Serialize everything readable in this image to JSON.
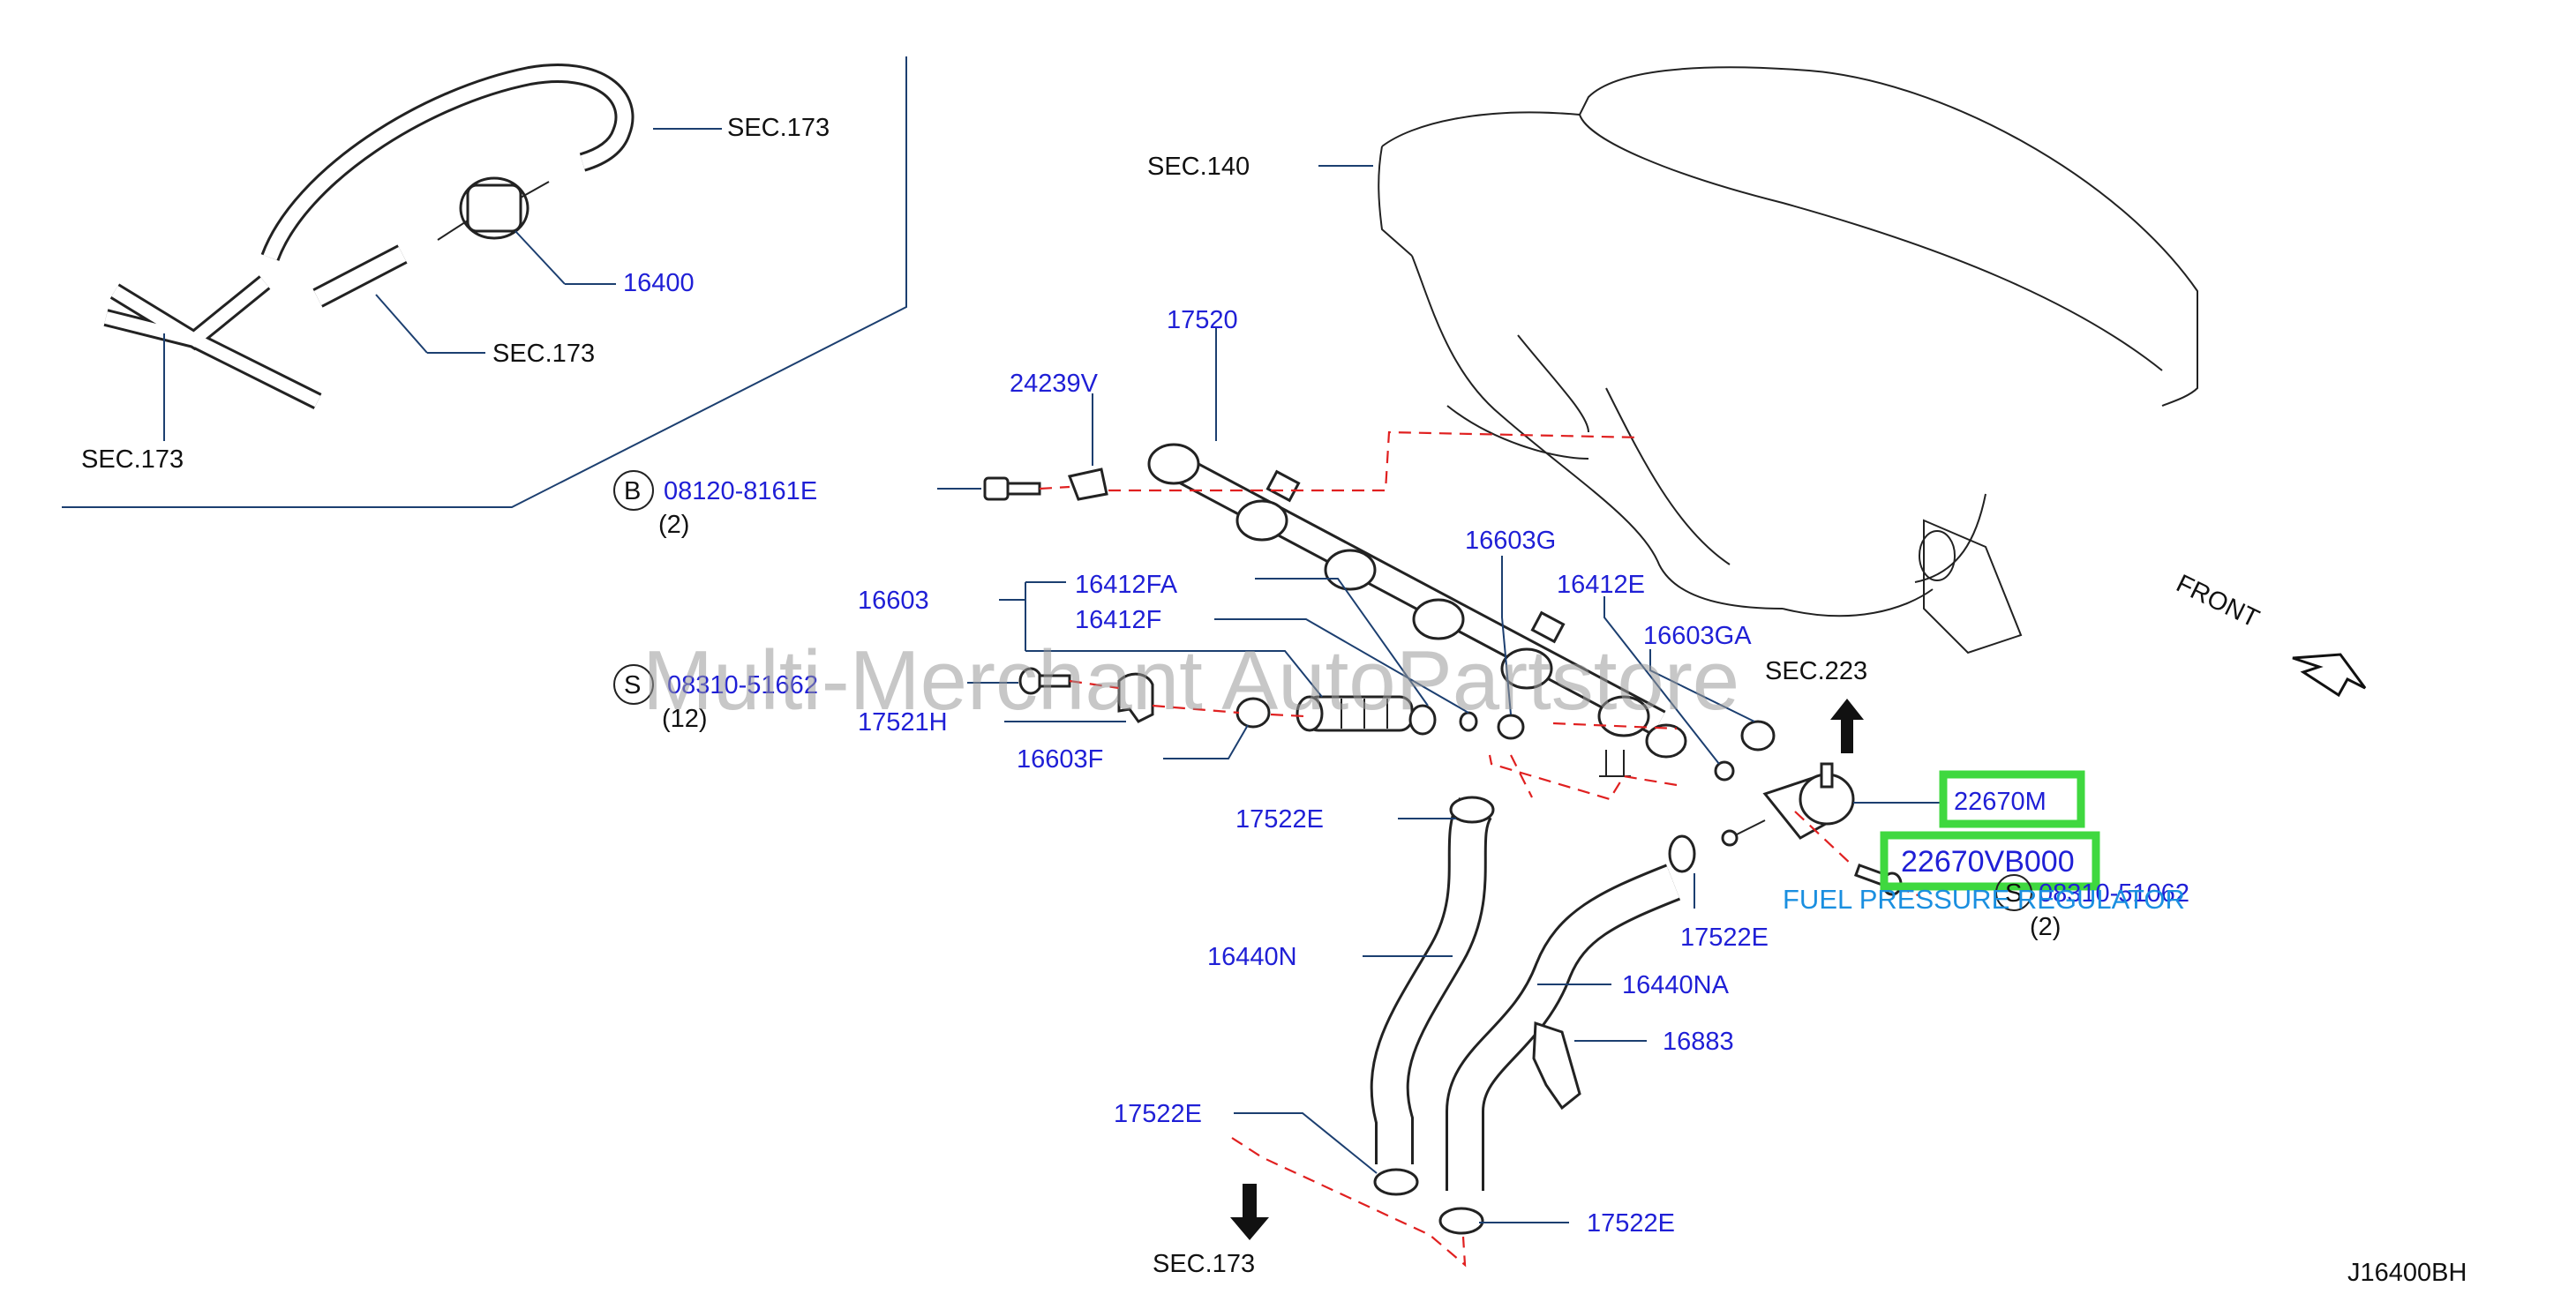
{
  "diagram_code": "J16400BH",
  "watermark": "Multi-Merchant AutoPartstore",
  "front_label": "FRONT",
  "fuel_pressure_regulator_note": "FUEL PRESSURE REGULATOR",
  "highlight_color": "#3fd83f",
  "labels": {
    "sec173_top": "SEC.173",
    "p16400": "16400",
    "sec173_mid": "SEC.173",
    "sec173_left": "SEC.173",
    "sec140": "SEC.140",
    "p17520": "17520",
    "p24239v": "24239V",
    "b_symbol": "B",
    "p08120": "08120-8161E",
    "qty_b": "(2)",
    "p16603g": "16603G",
    "p16412e": "16412E",
    "p16603ga": "16603GA",
    "p16412fa": "16412FA",
    "p16603": "16603",
    "p16412f": "16412F",
    "s_symbol_left": "S",
    "p08310_left": "08310-51662",
    "qty_s_left": "(12)",
    "p17521h": "17521H",
    "p16603f": "16603F",
    "sec223": "SEC.223",
    "p22670m": "22670M",
    "p22670vb000": "22670VB000",
    "s_symbol_right": "S",
    "p08310_right": "08310-51062",
    "qty_s_right": "(2)",
    "p17522e_a": "17522E",
    "p17522e_b": "17522E",
    "p16440n": "16440N",
    "p16440na": "16440NA",
    "p16883": "16883",
    "p17522e_c": "17522E",
    "p17522e_d": "17522E",
    "sec173_bottom": "SEC.173"
  }
}
